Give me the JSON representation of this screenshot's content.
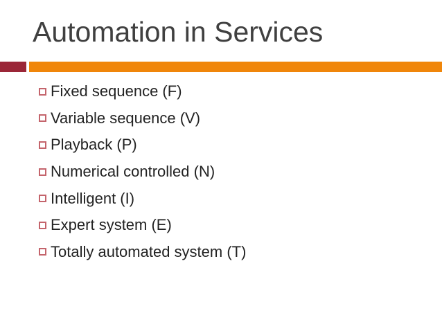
{
  "slide": {
    "title": "Automation in Services",
    "bullets": [
      "Fixed sequence (F)",
      "Variable sequence (V)",
      "Playback (P)",
      "Numerical controlled (N)",
      "Intelligent (I)",
      "Expert system (E)",
      "Totally automated system (T)"
    ],
    "colors": {
      "background": "#ffffff",
      "title_text": "#404040",
      "body_text": "#222222",
      "bar_maroon": "#9B2638",
      "bar_orange": "#F0860A",
      "bullet_outline": "#C4646C"
    }
  }
}
